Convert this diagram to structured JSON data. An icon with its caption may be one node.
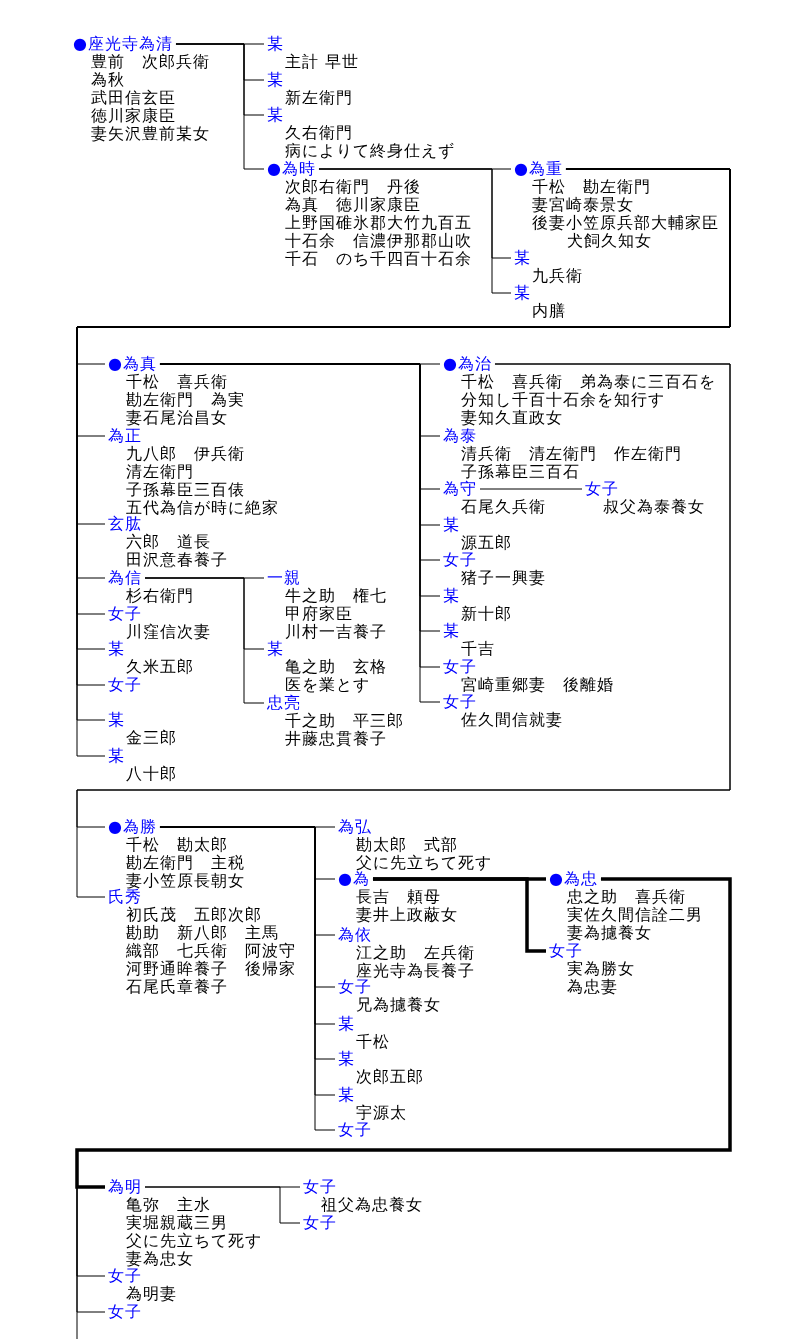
{
  "diagram": {
    "nodes": [
      {
        "text": [
          "●座光寺為清",
          "豊前　次郎兵衛",
          "為秋",
          "武田信玄臣",
          "徳川家康臣",
          "妻矢沢豊前某女"
        ]
      },
      {
        "text": [
          "某",
          "主計 早世"
        ]
      },
      {
        "text": [
          "某",
          "新左衛門"
        ]
      },
      {
        "text": [
          "某",
          "久右衛門",
          "病によりて終身仕えず"
        ]
      },
      {
        "text": [
          "●為時",
          "次郎右衛門　丹後",
          "為真　徳川家康臣",
          "上野国碓氷郡大竹九百五十石余　信濃伊那郡山吹千石　のち千四百十石余"
        ]
      },
      {
        "text": [
          "●為重",
          "千松　勘左衛門",
          "妻宮崎泰景女",
          "後妻小笠原兵部大輔家臣犬飼久知女"
        ]
      },
      {
        "text": [
          "某",
          "九兵衛"
        ]
      },
      {
        "text": [
          "某",
          "内膳"
        ]
      },
      {
        "text": [
          "●為真",
          "千松　喜兵衛",
          "勘左衛門　為実",
          "妻石尾治昌女"
        ]
      },
      {
        "text": [
          "為正",
          "九八郎　伊兵衛",
          "清左衛門",
          "子孫幕臣三百俵",
          "五代為信が時に絶家"
        ]
      },
      {
        "text": [
          "玄肱",
          "六郎　道長",
          "田沢意春養子"
        ]
      },
      {
        "text": [
          "為信",
          "杉右衛門"
        ]
      },
      {
        "text": [
          "女子",
          "川窪信次妻"
        ]
      },
      {
        "text": [
          "某",
          "久米五郎"
        ]
      },
      {
        "text": [
          "女子"
        ]
      },
      {
        "text": [
          "某",
          "金三郎"
        ]
      },
      {
        "text": [
          "某",
          "八十郎"
        ]
      },
      {
        "text": [
          "一親",
          "牛之助　権七",
          "甲府家臣",
          "川村一吉養子"
        ]
      },
      {
        "text": [
          "某",
          "亀之助　玄格",
          "医を業とす"
        ]
      },
      {
        "text": [
          "忠亮",
          "千之助　平三郎",
          "井藤忠貫養子"
        ]
      },
      {
        "text": [
          "●為治",
          "千松　喜兵衛　弟為泰に三百石を分知し千百十石余を知行す",
          "妻知久直政女"
        ]
      },
      {
        "text": [
          "為泰",
          "清兵衛　清左衛門　作左衛門",
          "子孫幕臣三百石"
        ]
      },
      {
        "text": [
          "為守",
          "石尾久兵衛"
        ]
      },
      {
        "text": [
          "女子",
          "叔父為泰養女"
        ]
      },
      {
        "text": [
          "某",
          "源五郎"
        ]
      },
      {
        "text": [
          "女子",
          "猪子一興妻"
        ]
      },
      {
        "text": [
          "某",
          "新十郎"
        ]
      },
      {
        "text": [
          "某",
          "千吉"
        ]
      },
      {
        "text": [
          "女子",
          "宮崎重郷妻　後離婚"
        ]
      },
      {
        "text": [
          "女子",
          "佐久間信就妻"
        ]
      },
      {
        "text": [
          "●為勝",
          "千松　勘太郎",
          "勘左衛門　主税",
          "妻小笠原長朝女"
        ]
      },
      {
        "text": [
          "氏秀",
          "初氏茂　五郎次郎",
          "勘助　新八郎　主馬",
          "織部　七兵衛　阿波守",
          "河野通眸養子　後帰家",
          "石尾氏章養子"
        ]
      },
      {
        "text": [
          "為弘",
          "勘太郎　式部",
          "父に先立ちて死す"
        ]
      },
      {
        "text": [
          "●為",
          "長吉　頼母",
          "妻井上政蔽女"
        ]
      },
      {
        "text": [
          "為依",
          "江之助　左兵衛",
          "座光寺為長養子"
        ]
      },
      {
        "text": [
          "女子",
          "兄為攄養女"
        ]
      },
      {
        "text": [
          "某",
          "千松"
        ]
      },
      {
        "text": [
          "某",
          "次郎五郎"
        ]
      },
      {
        "text": [
          "某",
          "宇源太"
        ]
      },
      {
        "text": [
          "女子"
        ]
      },
      {
        "text": [
          "●為忠",
          "忠之助　喜兵衛",
          "実佐久間信詮二男",
          "妻為攄養女"
        ]
      },
      {
        "text": [
          "女子",
          "実為勝女",
          "為忠妻"
        ]
      },
      {
        "text": [
          "為明",
          "亀弥　主水",
          "実堀親蔵三男",
          "父に先立ちて死す",
          "妻為忠女"
        ]
      },
      {
        "text": [
          "女子",
          "為明妻"
        ]
      },
      {
        "text": [
          "女子"
        ]
      },
      {
        "text": [
          "女子",
          "祖父為忠養女"
        ]
      },
      {
        "text": [
          "女子"
        ]
      }
    ],
    "edges": [
      {
        "from": 0,
        "to": 1,
        "arrow": "none"
      },
      {
        "from": 0,
        "to": 2,
        "arrow": "none"
      },
      {
        "from": 0,
        "to": 3,
        "arrow": "none"
      },
      {
        "from": 0,
        "to": 4,
        "arrow": "none"
      },
      {
        "from": 4,
        "to": 5,
        "arrow": "none"
      },
      {
        "from": 4,
        "to": 6,
        "arrow": "none"
      },
      {
        "from": 4,
        "to": 7,
        "arrow": "none"
      },
      {
        "from": 5,
        "to": 8,
        "arrow": "none"
      },
      {
        "from": 5,
        "to": 9,
        "arrow": "none"
      },
      {
        "from": 5,
        "to": 10,
        "arrow": "none"
      },
      {
        "from": 5,
        "to": 11,
        "arrow": "none"
      },
      {
        "from": 5,
        "to": 12,
        "arrow": "none"
      },
      {
        "from": 5,
        "to": 13,
        "arrow": "none"
      },
      {
        "from": 5,
        "to": 14,
        "arrow": "none"
      },
      {
        "from": 5,
        "to": 15,
        "arrow": "none"
      },
      {
        "from": 5,
        "to": 16,
        "arrow": "none"
      },
      {
        "from": 11,
        "to": 17,
        "arrow": "none"
      },
      {
        "from": 11,
        "to": 18,
        "arrow": "none"
      },
      {
        "from": 11,
        "to": 19,
        "arrow": "none"
      },
      {
        "from": 8,
        "to": 20,
        "arrow": "none"
      },
      {
        "from": 8,
        "to": 21,
        "arrow": "none"
      },
      {
        "from": 8,
        "to": 22,
        "arrow": "none"
      },
      {
        "from": 8,
        "to": 24,
        "arrow": "none"
      },
      {
        "from": 8,
        "to": 25,
        "arrow": "none"
      },
      {
        "from": 8,
        "to": 26,
        "arrow": "none"
      },
      {
        "from": 8,
        "to": 27,
        "arrow": "none"
      },
      {
        "from": 8,
        "to": 28,
        "arrow": "none"
      },
      {
        "from": 8,
        "to": 29,
        "arrow": "none"
      },
      {
        "from": 22,
        "to": 23,
        "arrow": "none"
      },
      {
        "from": 20,
        "to": 30,
        "arrow": "none"
      },
      {
        "from": 20,
        "to": 31,
        "arrow": "none"
      },
      {
        "from": 30,
        "to": 32,
        "arrow": "none"
      },
      {
        "from": 30,
        "to": 33,
        "arrow": "none"
      },
      {
        "from": 30,
        "to": 34,
        "arrow": "none"
      },
      {
        "from": 30,
        "to": 35,
        "arrow": "none"
      },
      {
        "from": 30,
        "to": 36,
        "arrow": "none"
      },
      {
        "from": 30,
        "to": 37,
        "arrow": "none"
      },
      {
        "from": 30,
        "to": 38,
        "arrow": "none"
      },
      {
        "from": 30,
        "to": 39,
        "arrow": "none"
      },
      {
        "from": 33,
        "to": 40,
        "arrow": "none",
        "style": "thick"
      },
      {
        "from": 33,
        "to": 41,
        "arrow": "none",
        "style": "thick"
      },
      {
        "from": 40,
        "to": 42,
        "arrow": "none",
        "style": "thick"
      },
      {
        "from": 40,
        "to": 43,
        "arrow": "none"
      },
      {
        "from": 40,
        "to": 44,
        "arrow": "none"
      },
      {
        "from": 42,
        "to": 45,
        "arrow": "none"
      },
      {
        "from": 42,
        "to": 46,
        "arrow": "none"
      }
    ]
  }
}
